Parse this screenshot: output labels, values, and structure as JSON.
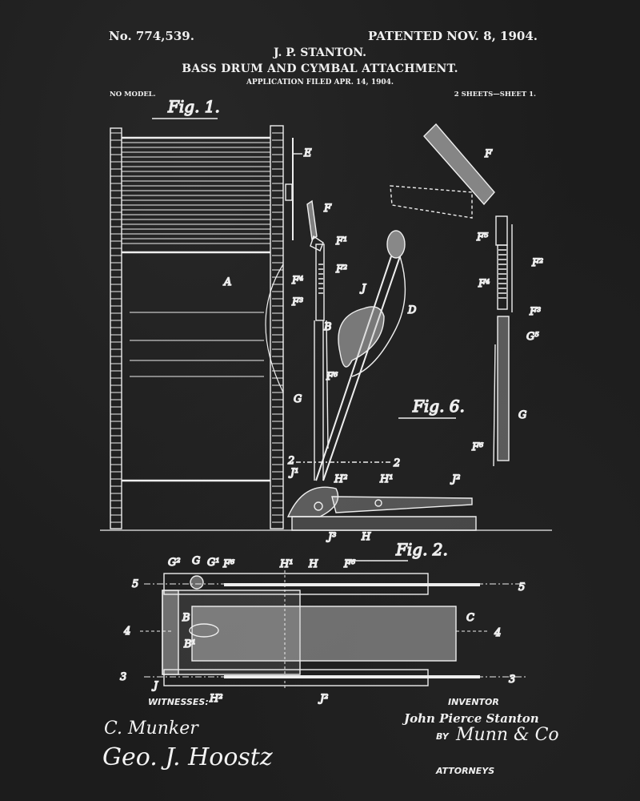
{
  "header": {
    "patent_number": "No. 774,539.",
    "patent_date": "PATENTED NOV. 8, 1904.",
    "inventor_short": "J. P. STANTON.",
    "title": "BASS DRUM AND CYMBAL ATTACHMENT.",
    "application": "APPLICATION FILED APR. 14, 1904.",
    "model": "NO MODEL.",
    "sheets": "2 SHEETS—SHEET 1."
  },
  "figures": {
    "fig1": "Fig. 1.",
    "fig2": "Fig. 2.",
    "fig6": "Fig. 6."
  },
  "labels": {
    "E": "E",
    "F": "F",
    "F1": "F¹",
    "F2": "F²",
    "F3": "F³",
    "F4": "F⁴",
    "F5": "F⁵",
    "F6": "F⁶",
    "A": "A",
    "B": "B",
    "B1": "B¹",
    "C": "C",
    "D": "D",
    "G": "G",
    "G1": "G¹",
    "G2": "G²",
    "G5": "G⁵",
    "H": "H",
    "H1": "H¹",
    "H2": "H²",
    "J": "J",
    "J1": "J¹",
    "J2": "J²",
    "J3": "J³",
    "n2": "2",
    "n3": "3",
    "n4": "4",
    "n5": "5"
  },
  "footer": {
    "witnesses": "WITNESSES:",
    "witness1": "C. Munker",
    "witness2": "Geo. J. Hoostz",
    "inventor_label": "INVENTOR",
    "inventor_name": "John Pierce Stanton",
    "by": "BY",
    "attorney_signature": "Munn & Co",
    "attorneys": "ATTORNEYS"
  },
  "colors": {
    "background": "#1c1c1c",
    "ink": "#f0f0f0"
  }
}
